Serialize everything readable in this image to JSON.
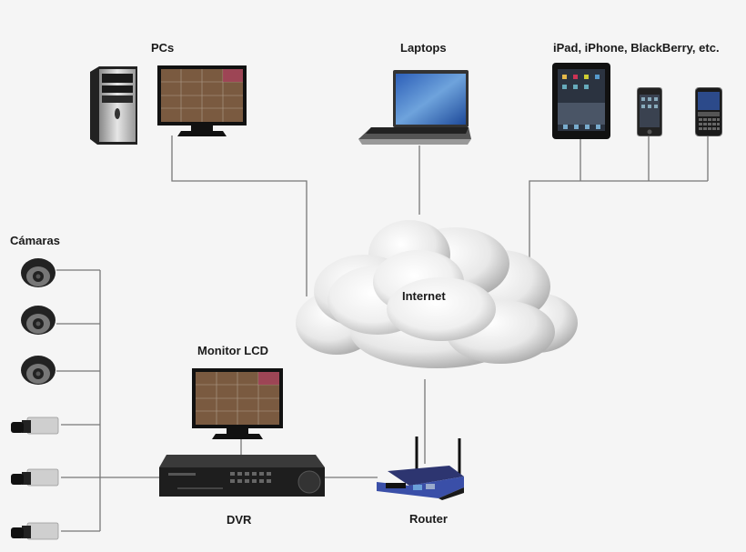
{
  "diagram": {
    "title": "CCTV / DVR network topology",
    "colors": {
      "background": "#f5f5f5",
      "wire": "#777777",
      "text": "#1a1a1a",
      "router_accent": "#3a4fa8"
    },
    "nodes": {
      "pcs": {
        "label": "PCs",
        "devices": [
          "desktop-tower",
          "lcd-monitor"
        ]
      },
      "laptops": {
        "label": "Laptops",
        "devices": [
          "laptop"
        ]
      },
      "mobile": {
        "label": "iPad, iPhone, BlackBerry, etc.",
        "devices": [
          "ipad",
          "iphone",
          "blackberry"
        ]
      },
      "internet": {
        "label": "Internet"
      },
      "cameras": {
        "label": "Cámaras",
        "devices": [
          "dome-camera",
          "dome-camera",
          "dome-camera",
          "box-camera",
          "box-camera",
          "box-camera"
        ]
      },
      "monitor": {
        "label": "Monitor LCD"
      },
      "dvr": {
        "label": "DVR"
      },
      "router": {
        "label": "Router"
      }
    },
    "connections": [
      [
        "pcs",
        "internet"
      ],
      [
        "laptops",
        "internet"
      ],
      [
        "mobile",
        "internet"
      ],
      [
        "internet",
        "router"
      ],
      [
        "router",
        "dvr"
      ],
      [
        "monitor",
        "dvr"
      ],
      [
        "cameras",
        "dvr"
      ]
    ]
  }
}
